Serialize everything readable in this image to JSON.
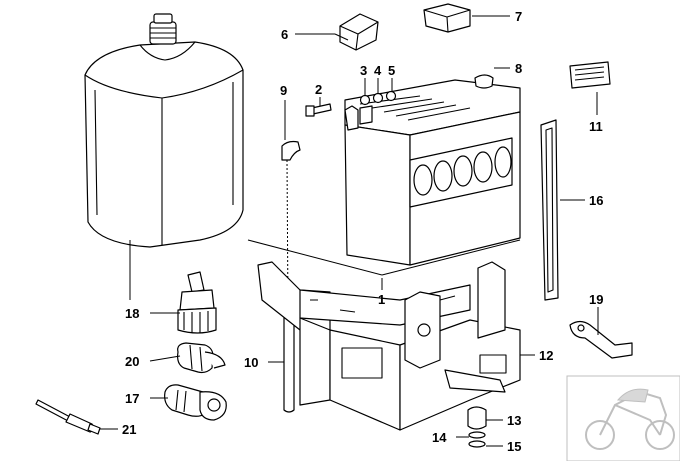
{
  "labels": {
    "l1": "1",
    "l2": "2",
    "l3": "3",
    "l4": "4",
    "l5": "5",
    "l6": "6",
    "l7": "7",
    "l8": "8",
    "l9": "9",
    "l10": "10",
    "l11": "11",
    "l12": "12",
    "l13": "13",
    "l14": "14",
    "l15": "15",
    "l16": "16",
    "l17": "17",
    "l18": "18",
    "l19": "19",
    "l20": "20",
    "l21": "21"
  },
  "colors": {
    "ink": "#000000",
    "watermark": "#bfbfbf"
  },
  "icons": [
    "motorcycle-watermark-icon"
  ]
}
